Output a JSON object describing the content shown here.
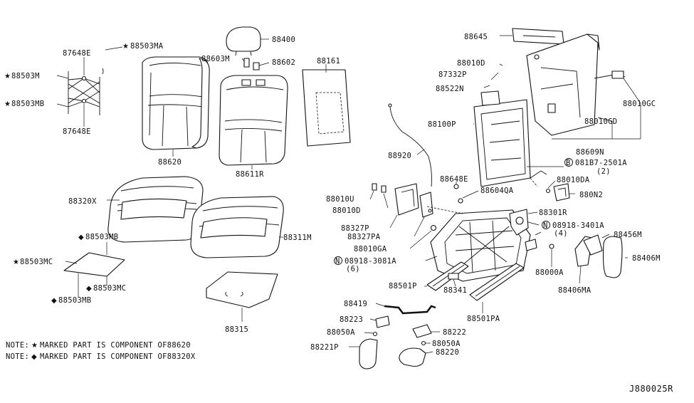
{
  "labels": {
    "p88400": "88400",
    "p88503ma": "88503MA",
    "p87648e_top": "87648E",
    "p88503m": "88503M",
    "p88503mb_left": "88503MB",
    "p87648e_bot": "87648E",
    "p88603m": "88603M",
    "p88602": "88602",
    "p88161": "88161",
    "p88620": "88620",
    "p88611r": "88611R",
    "p88320x": "88320X",
    "p88311m": "88311M",
    "p88503mb_1": "88503MB",
    "p88503mc_1": "88503MC",
    "p88503mc_2": "88503MC",
    "p88503mb_2": "88503MB",
    "p88315": "88315",
    "p88645": "88645",
    "p88010d_top": "88010D",
    "p87332p": "87332P",
    "p88522n": "88522N",
    "p88100p": "88100P",
    "p88920": "88920",
    "p88010gc": "88010GC",
    "p88010gd": "88010GD",
    "p88609n": "88609N",
    "p08187": "081B7-2501A",
    "p08187q": "(2)",
    "p88648e": "88648E",
    "p88010da": "88010DA",
    "p88604qa": "88604QA",
    "p880n2": "880N2",
    "p88010u": "88010U",
    "p88010d_mid": "88010D",
    "p88301r": "88301R",
    "p88327p": "88327P",
    "p08918_3401": "08918-3401A",
    "p08918_3401q": "(4)",
    "p88327pa": "88327PA",
    "p88456m": "88456M",
    "p88010ga": "88010GA",
    "p08918_3081": "08918-3081A",
    "p08918_3081q": "(6)",
    "p88406m": "88406M",
    "p88000a": "88000A",
    "p88501p": "88501P",
    "p88341": "88341",
    "p88406ma": "88406MA",
    "p88419": "88419",
    "p88501pa": "88501PA",
    "p88223": "88223",
    "p88222": "88222",
    "p88050a_1": "88050A",
    "p88050a_2": "88050A",
    "p88221p": "88221P",
    "p88220": "88220",
    "circle_b": "B",
    "circle_n1": "N",
    "circle_n2": "N"
  },
  "notes": {
    "note1_prefix": "NOTE:",
    "note1_star": "★",
    "note1_text": "MARKED PART IS COMPONENT OF88620",
    "note2_prefix": "NOTE:",
    "note2_diamond": "◆",
    "note2_text": "MARKED PART IS COMPONENT OF88320X"
  },
  "diagram_code": "J880025R"
}
